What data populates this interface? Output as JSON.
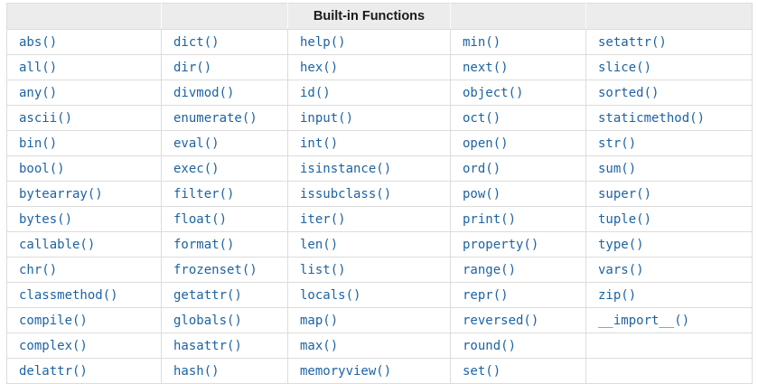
{
  "table": {
    "header": [
      "",
      "",
      "Built-in Functions",
      "",
      ""
    ],
    "rows": [
      [
        "abs()",
        "dict()",
        "help()",
        "min()",
        "setattr()"
      ],
      [
        "all()",
        "dir()",
        "hex()",
        "next()",
        "slice()"
      ],
      [
        "any()",
        "divmod()",
        "id()",
        "object()",
        "sorted()"
      ],
      [
        "ascii()",
        "enumerate()",
        "input()",
        "oct()",
        "staticmethod()"
      ],
      [
        "bin()",
        "eval()",
        "int()",
        "open()",
        "str()"
      ],
      [
        "bool()",
        "exec()",
        "isinstance()",
        "ord()",
        "sum()"
      ],
      [
        "bytearray()",
        "filter()",
        "issubclass()",
        "pow()",
        "super()"
      ],
      [
        "bytes()",
        "float()",
        "iter()",
        "print()",
        "tuple()"
      ],
      [
        "callable()",
        "format()",
        "len()",
        "property()",
        "type()"
      ],
      [
        "chr()",
        "frozenset()",
        "list()",
        "range()",
        "vars()"
      ],
      [
        "classmethod()",
        "getattr()",
        "locals()",
        "repr()",
        "zip()"
      ],
      [
        "compile()",
        "globals()",
        "map()",
        "reversed()",
        "__import__()"
      ],
      [
        "complex()",
        "hasattr()",
        "max()",
        "round()",
        ""
      ],
      [
        "delattr()",
        "hash()",
        "memoryview()",
        "set()",
        ""
      ]
    ]
  },
  "colors": {
    "link": "#1d63a3",
    "header_bg": "#ececec",
    "header_text": "#1a1a1a",
    "border": "#dcdcdc",
    "background": "#ffffff"
  }
}
